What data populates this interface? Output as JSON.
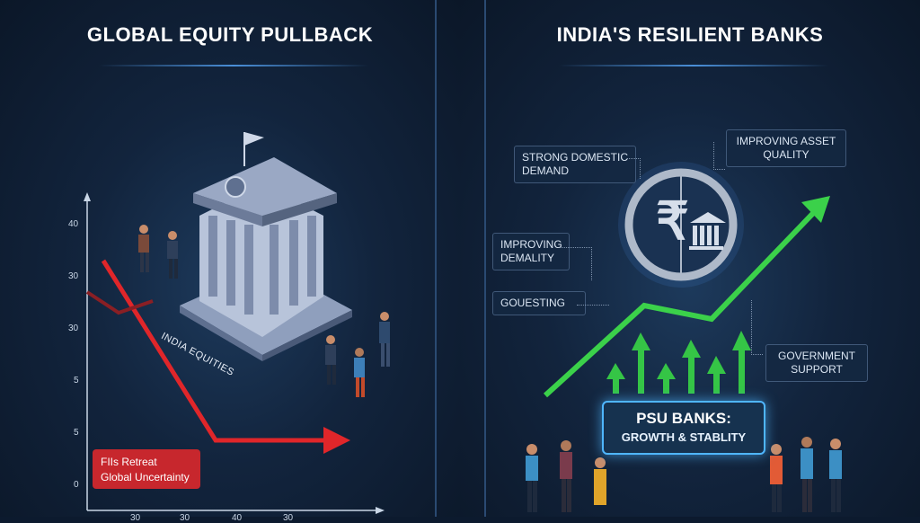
{
  "left_panel": {
    "title": "GLOBAL EQUITY PULLBACK",
    "y_axis_ticks": [
      "40",
      "30",
      "30",
      "5",
      "5",
      "0"
    ],
    "x_axis_ticks": [
      "30",
      "30",
      "40",
      "30"
    ],
    "building_label": "INDIA EQUITIES",
    "callout": {
      "line1": "FIIs Retreat",
      "line2": "Global Uncertainty"
    },
    "trend_color": "#e0262a"
  },
  "right_panel": {
    "title": "INDIA'S RESILIENT BANKS",
    "callouts": {
      "demand": "STRONG DOMESTIC DEMAND",
      "asset_quality": "IMPROVING ASSET QUALITY",
      "liquidity": "IMPROVING DEMALITY",
      "goventing": "GOUESTING",
      "government": "GOVERNMENT SUPPORT"
    },
    "emblem": {
      "symbol": "₹"
    },
    "banner": {
      "line1": "PSU BANKS:",
      "line2": "GROWTH & STABLITY"
    },
    "trend_color": "#3bd14a"
  }
}
